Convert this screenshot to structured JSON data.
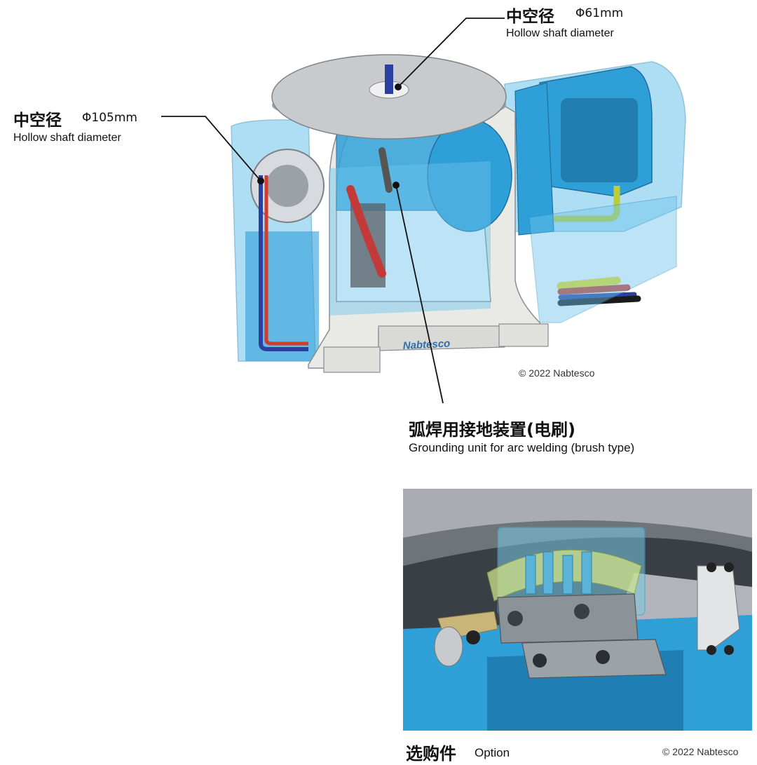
{
  "callouts": {
    "top": {
      "title_cn": "中空径",
      "dimension": "Φ61mm",
      "subtitle_en": "Hollow shaft diameter"
    },
    "left": {
      "title_cn": "中空径",
      "dimension": "Φ105mm",
      "subtitle_en": "Hollow shaft diameter"
    },
    "bottom": {
      "title_cn": "弧焊用接地装置(电刷)",
      "subtitle_en": "Grounding unit for arc welding (brush type)"
    }
  },
  "product": {
    "brand_label": "Nabtesco"
  },
  "copyright_main": "© 2022 Nabtesco",
  "option": {
    "title_cn": "选购件",
    "title_en": "Option",
    "copyright": "© 2022 Nabtesco"
  },
  "colors": {
    "housing_blue": "#2f9fd8",
    "transparent_blue": "#6cc4ec",
    "frame_white": "#e9e9e6",
    "table_gray": "#b9bcc0",
    "cable_yellow": "#f3e21b",
    "cable_red": "#d23a2a",
    "cable_black": "#1a1a1a",
    "cable_blue": "#2a3fa0",
    "hose_olive": "#b8cf3a"
  }
}
